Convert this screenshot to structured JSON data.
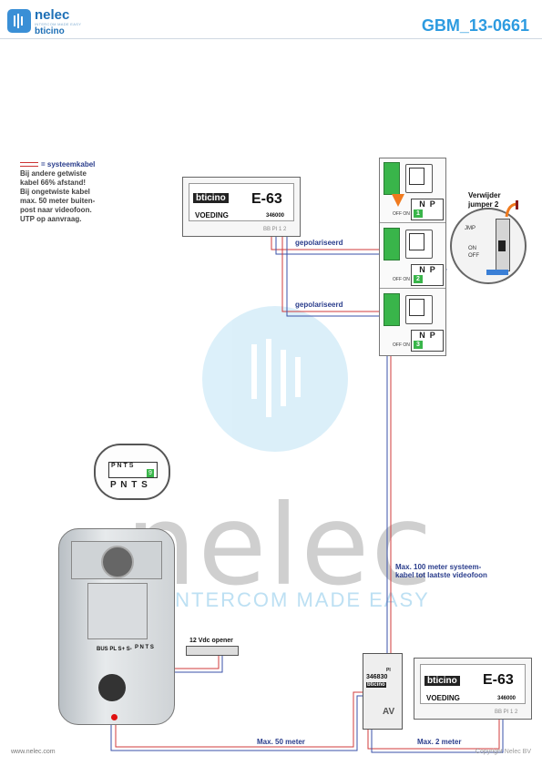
{
  "header": {
    "logo_name": "nelec",
    "logo_tagline": "INTERCOM MADE EASY",
    "logo_brand": "bticino",
    "doc_id": "GBM_13-0661"
  },
  "note": {
    "title": "= systeemkabel",
    "lines": [
      "Bij andere getwiste",
      "kabel 66% afstand!",
      "Bij ongetwiste kabel",
      "max. 50 meter buiten-",
      "post naar videofoon.",
      "UTP op aanvraag."
    ]
  },
  "power_supply_top": {
    "brand": "bticino",
    "model": "E-63",
    "label": "VOEDING",
    "code": "346000",
    "terminals": "BB  PI  1 2"
  },
  "power_supply_bottom": {
    "brand": "bticino",
    "model": "E-63",
    "label": "VOEDING",
    "code": "346000",
    "terminals": "BB  PI  1 2"
  },
  "cable_labels": {
    "polarized_1": "gepolariseerd",
    "polarized_2": "gepolariseerd",
    "max_100": "Max. 100 meter systeem-",
    "max_100_line2": "kabel tot laatste videofoon",
    "max_50": "Max. 50 meter",
    "max_2": "Max. 2 meter"
  },
  "units": [
    {
      "num": "1",
      "n": "N",
      "p": "P",
      "switch": "OFF ON"
    },
    {
      "num": "2",
      "n": "N",
      "p": "P",
      "switch": "OFF ON"
    },
    {
      "num": "3",
      "n": "N",
      "p": "P",
      "switch": "OFF ON"
    }
  ],
  "jumper": {
    "line1": "Verwijder",
    "line2": "jumper 2",
    "jmp": "JMP",
    "on": "ON",
    "off": "OFF"
  },
  "pnts": {
    "top": "P  N  T  S",
    "bottom": "P N T S",
    "badge": "9"
  },
  "panel": {
    "bus_terminals": "BUS PL S+ S-",
    "pnts_terminals": "P N T S"
  },
  "opener_label": "12 Vdc opener",
  "av_module": {
    "code": "346830",
    "brand": "bticino",
    "mark": "AV",
    "pi": "PI"
  },
  "watermark": {
    "name": "nelec",
    "tagline": "INTERCOM MADE EASY"
  },
  "footer": {
    "left": "www.nelec.com",
    "right": "Copyright Nelec BV"
  },
  "colors": {
    "accent": "#2d9be0",
    "cable_red": "#d23b3b",
    "cable_blue": "#3a52a8",
    "terminal_green": "#39b54a"
  }
}
